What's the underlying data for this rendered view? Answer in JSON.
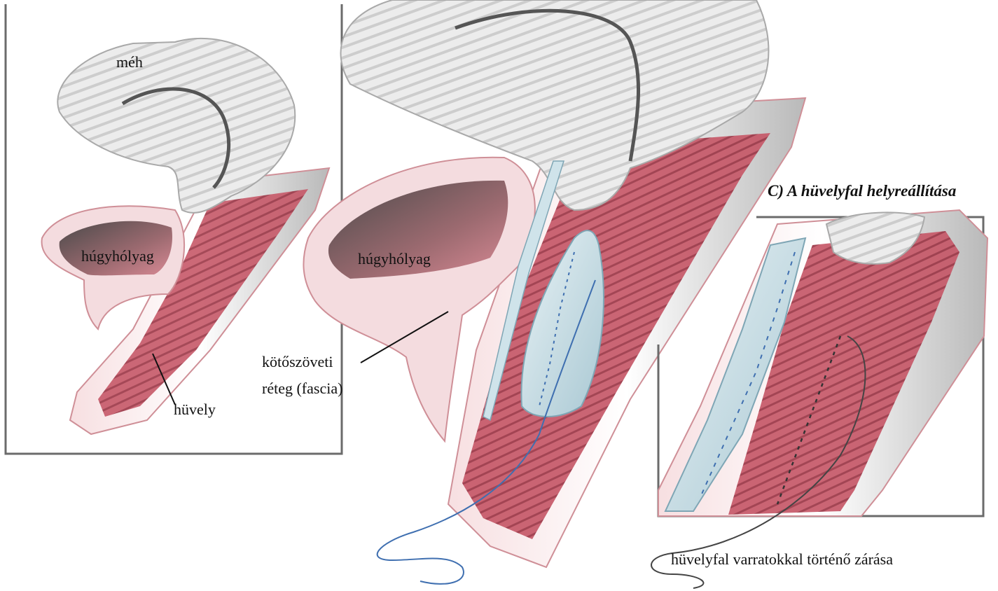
{
  "labels": {
    "panel_a_uterus": "méh",
    "panel_a_bladder": "húgyhólyag",
    "panel_a_vagina": "hüvely",
    "panel_b_bladder": "húgyhólyag",
    "panel_b_fascia_line1": "kötőszöveti",
    "panel_b_fascia_line2": "réteg (fascia)",
    "panel_c_title": "C) A hüvelyfal helyreállítása",
    "panel_c_suture": "hüvelyfal varratokkal történő zárása"
  },
  "colors": {
    "frame": "#6b6b6b",
    "uterus_fill": "#ebebeb",
    "uterus_stripe": "#c9c9c9",
    "mucosa": "#c85a6a",
    "mucosa_dark": "#8e2f3e",
    "pink_rim": "#f5d3d6",
    "fascia_blue": "#cfe3ea",
    "suture_blue": "#3f6fb0",
    "suture_dark": "#444444"
  }
}
